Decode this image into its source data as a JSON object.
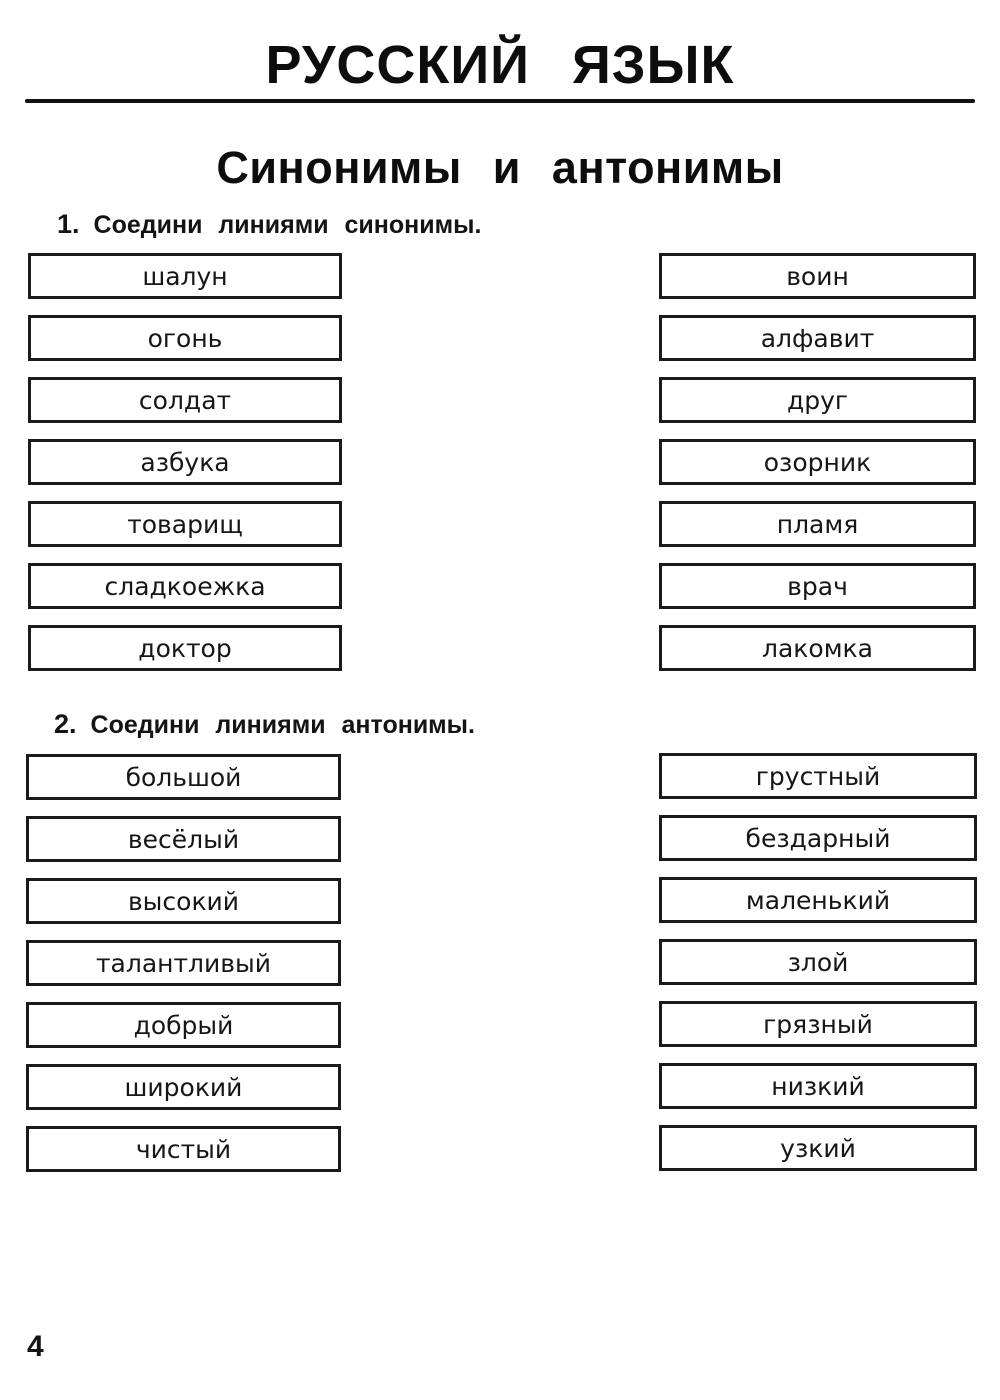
{
  "page": {
    "title": "РУССКИЙ ЯЗЫК",
    "section_title": "Синонимы и антонимы",
    "page_number": "4"
  },
  "exercise1": {
    "number": "1.",
    "instruction": "Соедини линиями синонимы.",
    "left_words": [
      "шалун",
      "огонь",
      "солдат",
      "азбука",
      "товарищ",
      "сладкоежка",
      "доктор"
    ],
    "right_words": [
      "воин",
      "алфавит",
      "друг",
      "озорник",
      "пламя",
      "врач",
      "лакомка"
    ]
  },
  "exercise2": {
    "number": "2.",
    "instruction": "Соедини линиями антонимы.",
    "left_words": [
      "большой",
      "весёлый",
      "высокий",
      "талантливый",
      "добрый",
      "широкий",
      "чистый"
    ],
    "right_words": [
      "грустный",
      "бездарный",
      "маленький",
      "злой",
      "грязный",
      "низкий",
      "узкий"
    ]
  }
}
